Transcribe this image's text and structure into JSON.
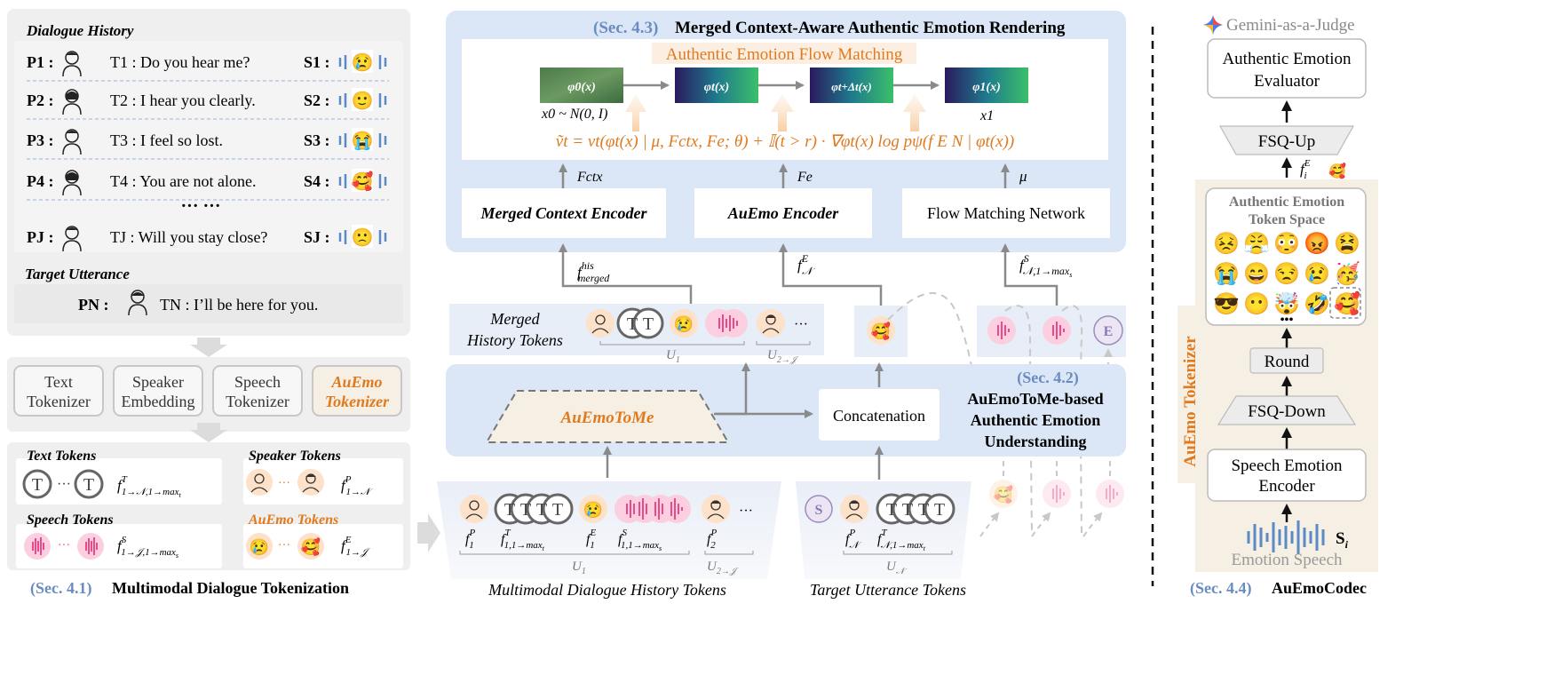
{
  "left": {
    "dialogue_history_title": "Dialogue History",
    "turns": [
      {
        "p": "P1 :",
        "t": "T1 : Do you hear me?",
        "s": "S1 :"
      },
      {
        "p": "P2 :",
        "t": "T2 : I hear you clearly.",
        "s": "S2 :"
      },
      {
        "p": "P3 :",
        "t": "T3 : I feel so lost.",
        "s": "S3 :"
      },
      {
        "p": "P4 :",
        "t": "T4 : You are not alone.",
        "s": "S4 :"
      },
      {
        "p": "PJ :",
        "t": "TJ : Will you stay close?",
        "s": "SJ :"
      }
    ],
    "ellipsis": "··· ···",
    "target_title": "Target Utterance",
    "target_p": "PN :",
    "target_t": "TN : I’ll be here for you.",
    "tokenizers": [
      {
        "line1": "Text",
        "line2": "Tokenizer"
      },
      {
        "line1": "Speaker",
        "line2": "Embedding"
      },
      {
        "line1": "Speech",
        "line2": "Tokenizer"
      },
      {
        "line1": "AuEmo",
        "line2": "Tokenizer"
      }
    ],
    "text_tokens_title": "Text Tokens",
    "speaker_tokens_title": "Speaker Tokens",
    "speech_tokens_title": "Speech Tokens",
    "auemo_tokens_title": "AuEmo Tokens",
    "text_tokens_formula": "f T 1→N,1→maxt",
    "speaker_tokens_formula": "f P 1→N",
    "speech_tokens_formula": "f S 1→J,1→maxs",
    "auemo_tokens_formula": "f E 1→J",
    "section_ref": "(Sec. 4.1)",
    "section_title": "Multimodal Dialogue Tokenization"
  },
  "middle": {
    "section_ref": "(Sec. 4.3)",
    "section_title": "Merged Context-Aware Authentic Emotion Rendering",
    "flow_title": "Authentic Emotion Flow Matching",
    "spec_labels": [
      "φ0(x)",
      "φt(x)",
      "φt+Δt(x)",
      "φ1(x)"
    ],
    "x0_label": "x0 ~ N(0, I)",
    "x1_label": "x1",
    "equation": "ṽt = vt(φt(x) | μ, Fctx, Fe; θ) + 𝕀(t > r) · ∇φt(x) log pψ(f E N | φt(x))",
    "f_ctx": "Fctx",
    "f_e": "Fe",
    "mu": "μ",
    "encoders": [
      "Merged Context Encoder",
      "AuEmo Encoder",
      "Flow Matching Network"
    ],
    "f_merged": "f his merged",
    "f_emo": "f E N",
    "f_speech": "f S N,1→maxs",
    "merged_history_label_1": "Merged",
    "merged_history_label_2": "History Tokens",
    "u1": "U1",
    "u2j": "U2→J",
    "understanding_ref": "(Sec. 4.2)",
    "understanding_title_1": "AuEmoToMe-based",
    "understanding_title_2": "Authentic Emotion",
    "understanding_title_3": "Understanding",
    "auemotome": "AuEmoToMe",
    "concatenation": "Concatenation",
    "history_tokens_caption": "Multimodal Dialogue History Tokens",
    "target_tokens_caption": "Target Utterance  Tokens",
    "bottom_labels": [
      "f P 1",
      "f T 1,1→maxt",
      "f E 1",
      "f S 1,1→maxs",
      "f P 2"
    ],
    "target_labels": [
      "f P N",
      "f T N,1→maxt"
    ],
    "un": "UN",
    "ellipsis": "···"
  },
  "right": {
    "judge": "Gemini-as-a-Judge",
    "evaluator_1": "Authentic Emotion",
    "evaluator_2": "Evaluator",
    "fsq_up": "FSQ-Up",
    "fie": "f E i",
    "token_space_1": "Authentic Emotion",
    "token_space_2": "Token Space",
    "round": "Round",
    "fsq_down": "FSQ-Down",
    "encoder_1": "Speech Emotion",
    "encoder_2": "Encoder",
    "si": "Si",
    "emotion_speech": "Emotion Speech",
    "auemo_tokenizer": "AuEmo Tokenizer",
    "section_ref": "(Sec. 4.4)",
    "section_title": "AuEmoCodec",
    "emojis": [
      "😣",
      "😤",
      "😳",
      "😡",
      "😫",
      "😭",
      "😄",
      "😒",
      "😢",
      "🥳",
      "😎",
      "😶",
      "🤯",
      "🤣",
      "🥰"
    ]
  },
  "colors": {
    "blue_panel": "#dbe6f7",
    "gray_panel": "#efefef",
    "orange": "#e07a1f",
    "section_blue": "#6a8cc0",
    "pink": "#e84a8c",
    "beige": "#f6efe3"
  }
}
